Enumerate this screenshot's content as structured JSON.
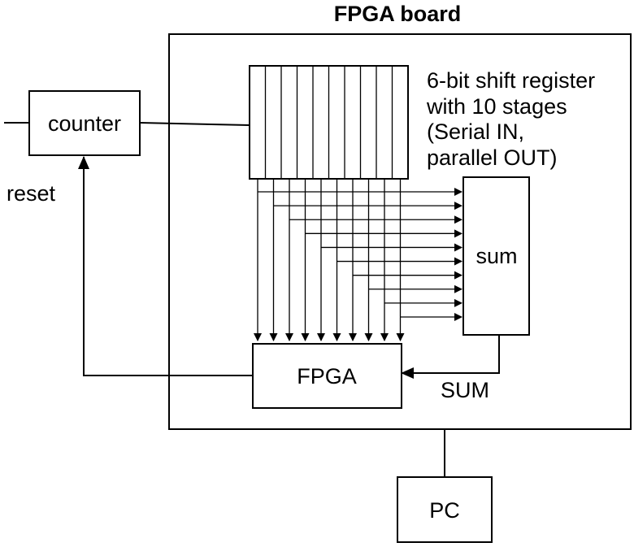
{
  "board_title": "FPGA board",
  "counter_label": "counter",
  "reset_label": "reset",
  "register_description": [
    "6-bit shift register",
    "with 10 stages",
    "(Serial IN,",
    "parallel OUT)"
  ],
  "sum_label": "sum",
  "fpga_label": "FPGA",
  "sum_signal_label": "SUM",
  "pc_label": "PC",
  "register_stages": 10
}
